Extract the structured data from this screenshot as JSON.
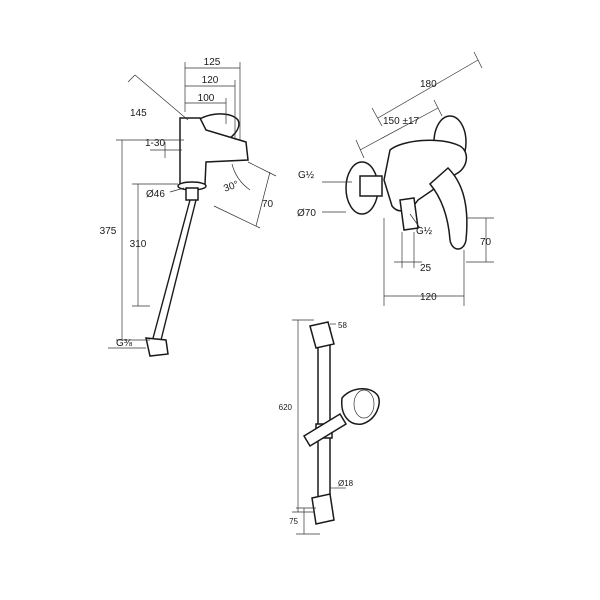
{
  "basin_faucet": {
    "dims": {
      "w125": "125",
      "w120": "120",
      "w100": "100",
      "h145": "145",
      "range": "1-30",
      "dia46": "Ø46",
      "angle": "30°",
      "h70": "70",
      "h375": "375",
      "h310": "310",
      "thread": "G⅜"
    }
  },
  "wall_mixer": {
    "dims": {
      "w180": "180",
      "w150": "150 ±17",
      "g_left": "G½",
      "dia70": "Ø70",
      "g_right": "G½",
      "h70": "70",
      "w25": "25",
      "w120": "120"
    }
  },
  "shower_rail": {
    "dims": {
      "top58": "58",
      "h620": "620",
      "dia18": "Ø18",
      "bot75": "75"
    }
  }
}
